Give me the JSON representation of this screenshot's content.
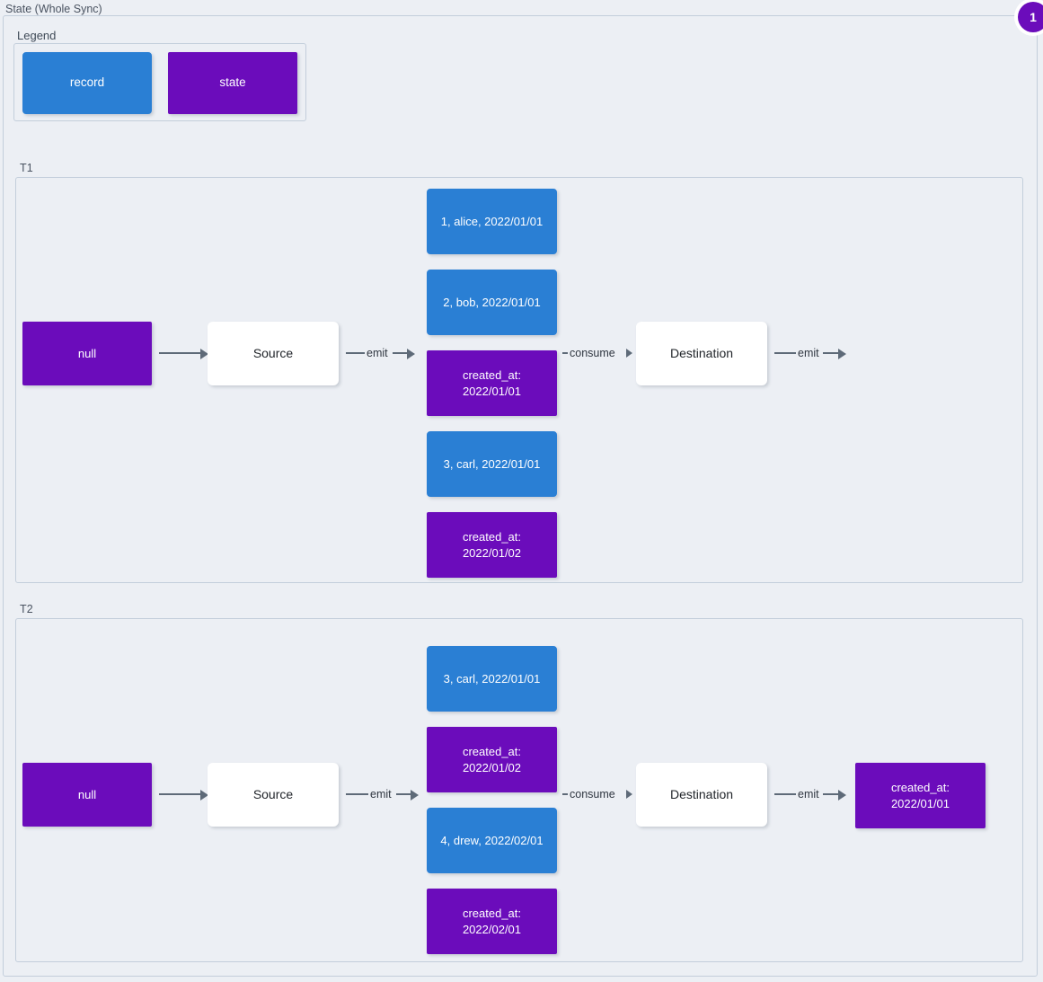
{
  "diagram": {
    "title": "State (Whole Sync)",
    "badge": "1",
    "legend": {
      "label": "Legend",
      "items": [
        {
          "label": "record",
          "kind": "record",
          "color": "#2a7fd4"
        },
        {
          "label": "state",
          "kind": "state",
          "color": "#6b0cbb"
        }
      ]
    },
    "edge_labels": {
      "emit": "emit",
      "consume": "consume"
    },
    "sections": [
      {
        "label": "T1",
        "initial_state": "null",
        "source": "Source",
        "destination": "Destination",
        "middle_nodes": [
          {
            "kind": "record",
            "text": "1, alice, 2022/01/01"
          },
          {
            "kind": "record",
            "text": "2, bob, 2022/01/01"
          },
          {
            "kind": "state",
            "text": "created_at:\n2022/01/01"
          },
          {
            "kind": "record",
            "text": "3, carl, 2022/01/01"
          },
          {
            "kind": "state",
            "text": "created_at:\n2022/01/02"
          }
        ],
        "output_node": null
      },
      {
        "label": "T2",
        "initial_state": "null",
        "source": "Source",
        "destination": "Destination",
        "middle_nodes": [
          {
            "kind": "record",
            "text": "3, carl, 2022/01/01"
          },
          {
            "kind": "state",
            "text": "created_at:\n2022/01/02"
          },
          {
            "kind": "record",
            "text": "4, drew, 2022/02/01"
          },
          {
            "kind": "state",
            "text": "created_at:\n2022/02/01"
          }
        ],
        "output_node": {
          "kind": "state",
          "text": "created_at:\n2022/01/01"
        }
      }
    ]
  }
}
